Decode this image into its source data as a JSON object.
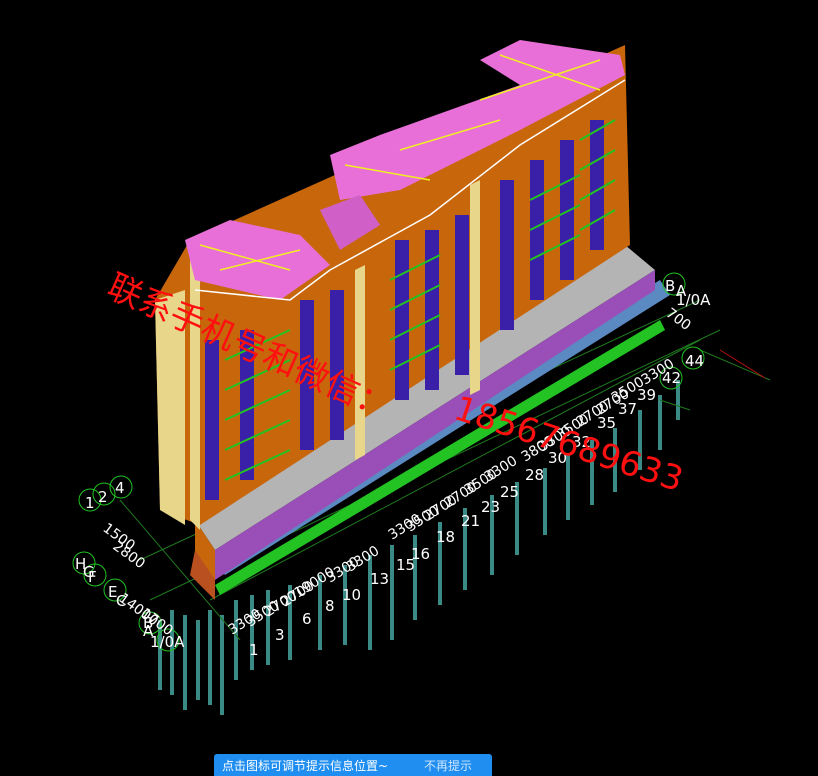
{
  "tip": {
    "message": "点击图标可调节提示信息位置~",
    "dismiss": "不再提示"
  },
  "watermark": {
    "contact": "联系手机号和微信：",
    "phone": "18567689633",
    "color": "#ff1010"
  },
  "axis_labels": {
    "front_row": [
      "1",
      "3",
      "6",
      "8",
      "10",
      "13",
      "15",
      "16",
      "18",
      "21",
      "23",
      "25",
      "28",
      "30",
      "32",
      "35",
      "37",
      "39",
      "42",
      "44"
    ],
    "left_col": [
      "H",
      "G",
      "F",
      "E",
      "C",
      "B",
      "A",
      "1/0A"
    ],
    "left_top": [
      "1",
      "2",
      "4"
    ],
    "right_col": [
      "B",
      "A",
      "1/0A"
    ]
  },
  "dimensions": {
    "front": [
      "3300",
      "3500",
      "2700",
      "2700",
      "19000",
      "3300",
      "3300",
      "3300",
      "3500",
      "2700",
      "2700",
      "3500",
      "3300",
      "3800",
      "3300",
      "3500",
      "2700",
      "2700",
      "3500",
      "3300"
    ],
    "left": [
      "1500",
      "2800",
      "14000",
      "1700"
    ],
    "right": [
      "700"
    ]
  },
  "colors": {
    "background": "#000000",
    "wall_orange": "#c8660c",
    "wall_tan": "#e8d68a",
    "slab_pink": "#e86fd8",
    "window_blue": "#3a1fa8",
    "podium_steel": "#5b89c2",
    "grid_green": "#22c322",
    "piles": "#3a8a86",
    "tip_blue": "#1f8ef0"
  }
}
